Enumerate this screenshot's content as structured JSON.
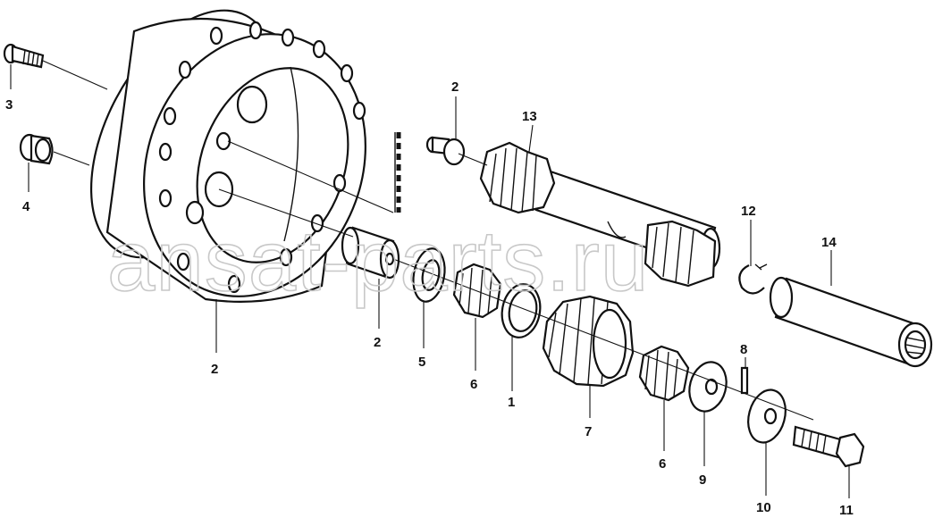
{
  "watermark": "ansat-parts.ru",
  "callouts": {
    "c3": "3",
    "c4": "4",
    "c2a": "2",
    "c2b": "2",
    "c2c": "2",
    "c13": "13",
    "c12": "12",
    "c14": "14",
    "c5": "5",
    "c6a": "6",
    "c1": "1",
    "c7": "7",
    "c6b": "6",
    "c8": "8",
    "c9": "9",
    "c10": "10",
    "c11": "11"
  }
}
